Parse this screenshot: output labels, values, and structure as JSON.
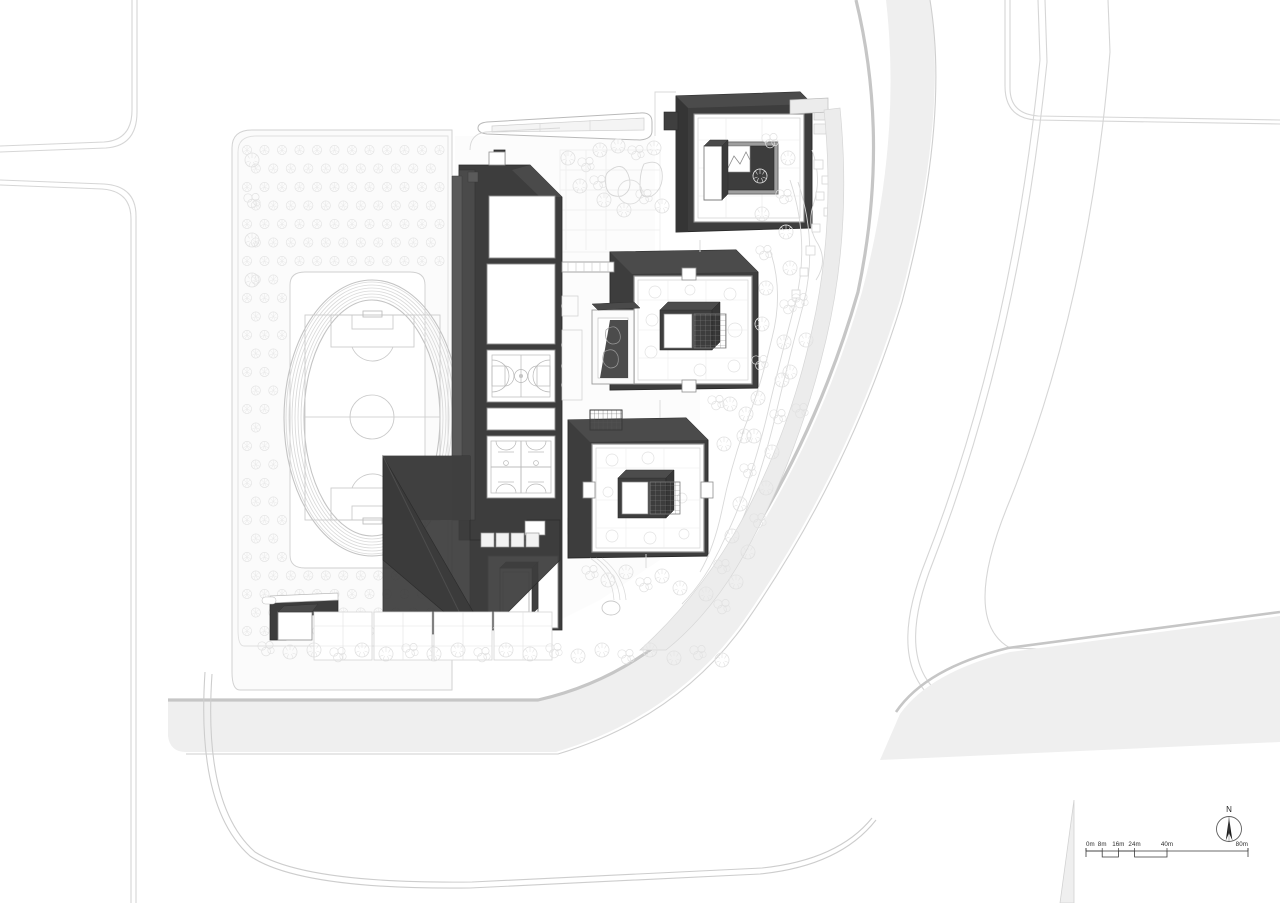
{
  "drawing": {
    "type": "architectural-site-plan",
    "title": "",
    "background_color": "#ffffff",
    "palette": {
      "roof_dark": "#3d3d3d",
      "roof_dark_alt": "#454545",
      "roof_shadow": "#2e2e2e",
      "building_outline": "#6a6a6a",
      "paving_grey": "#ececec",
      "paving_grey_dark": "#c9c9c9",
      "river_band": "#efefef",
      "river_edge": "#bcbcbc",
      "road_line": "#d4d4d4",
      "tree_line": "#e2e2e2",
      "line_light": "#cfcfcf",
      "line_mid": "#a8a8a8",
      "line_dark": "#7d7d7d",
      "court_line": "#b5b5b5",
      "text": "#2b2b2b"
    }
  },
  "scale_bar": {
    "ticks": [
      {
        "label": "0m",
        "x": 0.0
      },
      {
        "label": "8m",
        "x": 0.1
      },
      {
        "label": "16m",
        "x": 0.2
      },
      {
        "label": "24m",
        "x": 0.3
      },
      {
        "label": "40m",
        "x": 0.5
      },
      {
        "label": "80m",
        "x": 1.0
      }
    ],
    "total_length_m": 80,
    "unit": "m"
  },
  "north_arrow": {
    "label": "N",
    "needle_bearing_deg": -8
  },
  "site_elements": {
    "sports": {
      "running_track_label": "running-track",
      "soccer_field_label": "soccer-field",
      "basketball_full_courts": 1,
      "basketball_half_courts": 4,
      "tennis_or_courts_bottom": 4
    },
    "buildings": [
      {
        "id": "north-courtyard-block",
        "name": "north courtyard building"
      },
      {
        "id": "mid-courtyard-block",
        "name": "middle courtyard building"
      },
      {
        "id": "south-courtyard-block",
        "name": "south courtyard building"
      },
      {
        "id": "linear-spine-block",
        "name": "linear sports spine building"
      },
      {
        "id": "angled-wedge-block",
        "name": "angled wedge building"
      },
      {
        "id": "gatehouse",
        "name": "gatehouse pavilion"
      }
    ],
    "landscape": {
      "tree_grid_label": "orchard tree grid",
      "river_label": "river / ring road band",
      "path_label": "winding garden paths"
    }
  }
}
